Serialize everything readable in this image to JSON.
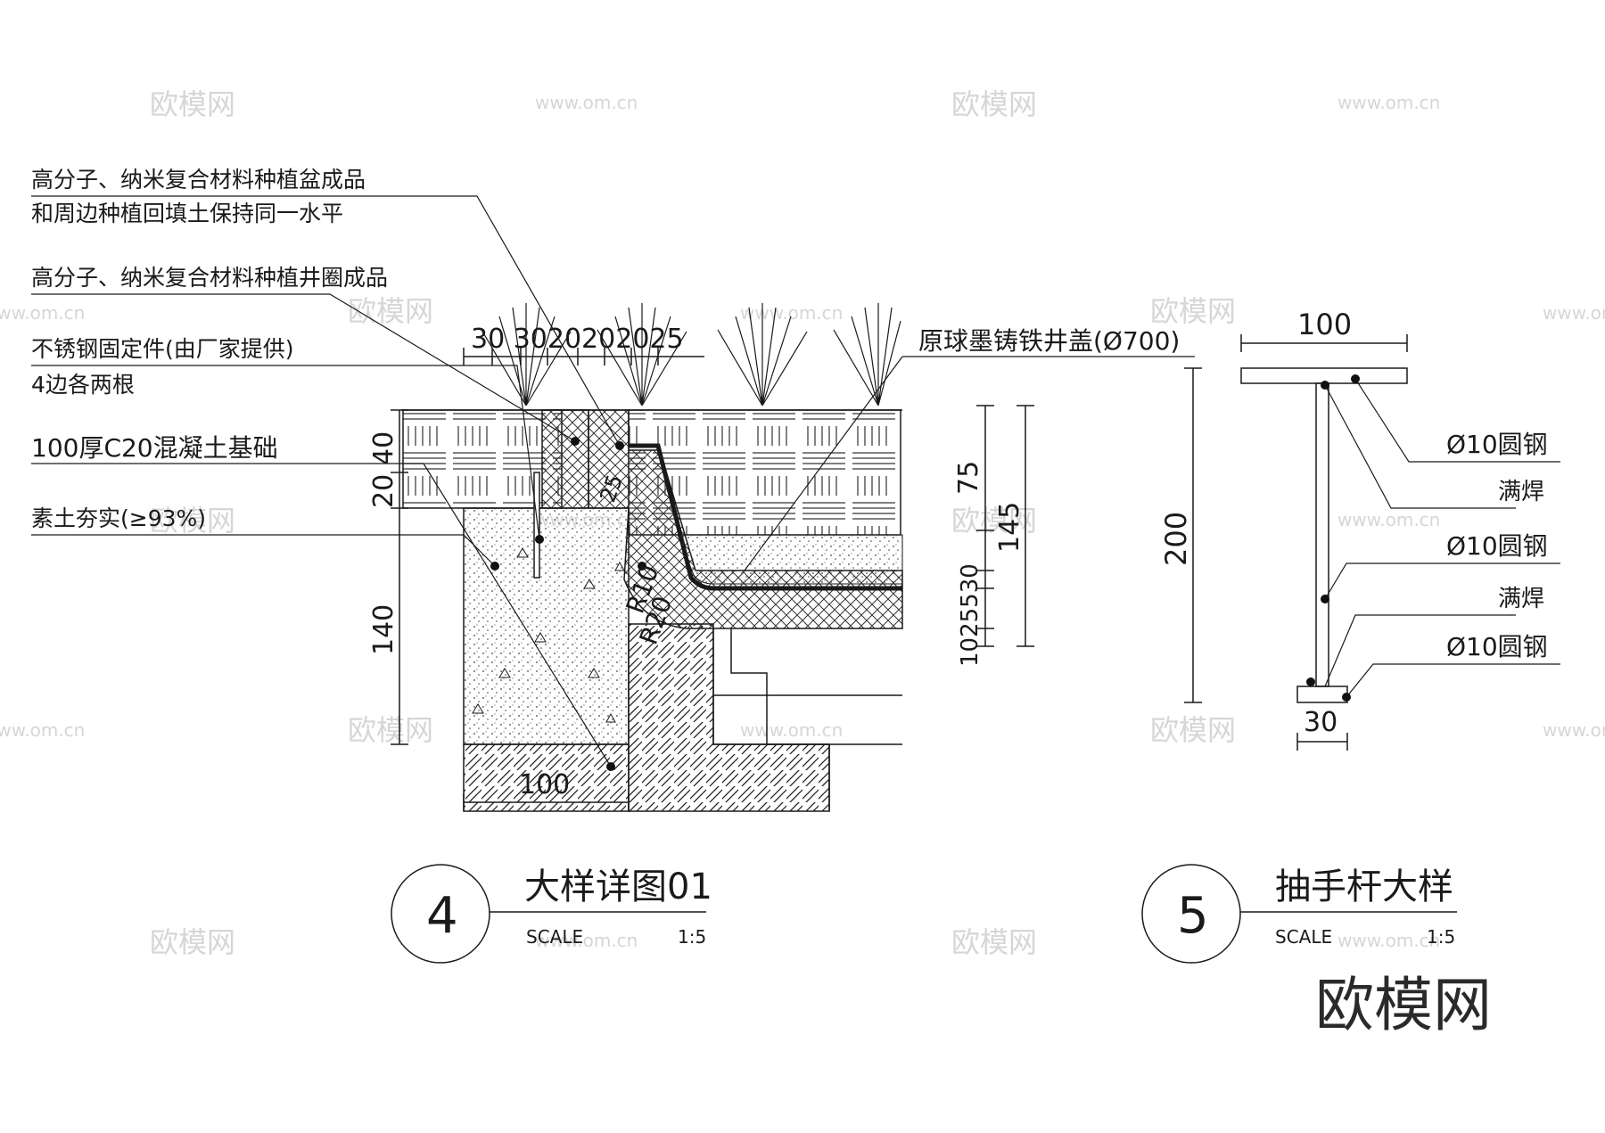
{
  "detail4": {
    "notes": [
      "高分子、纳米复合材料种植盆成品",
      "和周边种植回填土保持同一水平",
      "高分子、纳米复合材料种植井圈成品",
      "不锈钢固定件(由厂家提供)",
      "4边各两根",
      "100厚C20混凝土基础",
      "素土夯实(≥93%)"
    ],
    "cover_note": "原球墨铸铁井盖(Ø700)",
    "top_dims": "30 3020202025",
    "left_dims": [
      "40",
      "20",
      "140"
    ],
    "bottom_dim": "100",
    "right_dims": [
      "75",
      "145",
      "1025530"
    ],
    "radii": [
      "R10",
      "R20",
      "25"
    ],
    "number": "4",
    "title": "大样详图01",
    "scale_label": "SCALE",
    "scale_value": "1:5"
  },
  "detail5": {
    "top_dim": "100",
    "height_dim": "200",
    "bottom_dim": "30",
    "notes": [
      "Ø10圆钢",
      "满焊",
      "Ø10圆钢",
      "满焊",
      "Ø10圆钢"
    ],
    "number": "5",
    "title": "抽手杆大样",
    "scale_label": "SCALE",
    "scale_value": "1:5"
  },
  "watermark": {
    "brand": "欧模网",
    "url": "www.om.cn"
  }
}
